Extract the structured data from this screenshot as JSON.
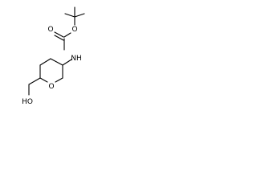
{
  "molecule": {
    "atoms": {
      "carbonyl_oxygen": "O",
      "ester_oxygen": "O",
      "amine": "NH",
      "ring_oxygen": "O",
      "hydroxyl": "HO"
    }
  }
}
